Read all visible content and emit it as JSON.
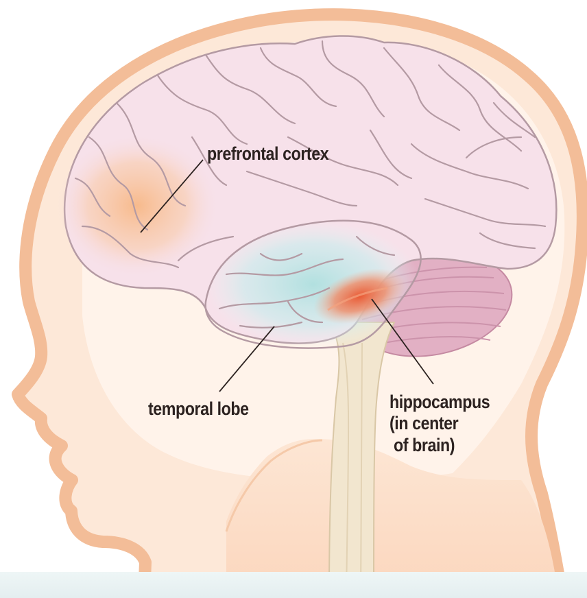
{
  "diagram": {
    "labels": {
      "prefrontal_cortex": "prefrontal cortex",
      "temporal_lobe": "temporal lobe",
      "hippocampus": "hippocampus\n(in center\n of brain)"
    },
    "colors": {
      "skin_outline": "#f3c4a2",
      "skin_fill": "#fde8d8",
      "brain_fill": "#f7e1ea",
      "brain_outline": "#b49aa3",
      "prefrontal_highlight": "#f7b887",
      "temporal_highlight": "#bfe6e6",
      "hippocampus_highlight": "#ea6a44",
      "cerebellum": "#dba6bb",
      "spinal_cord": "#efe1c6",
      "leader_line": "#2c2220"
    }
  }
}
